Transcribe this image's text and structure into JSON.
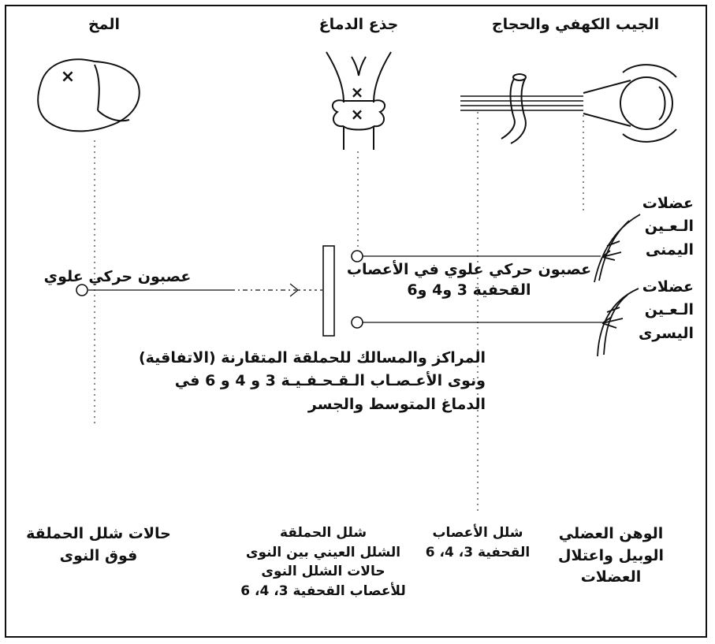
{
  "headers": {
    "cerebrum": "المخ",
    "brainstem": "جذع الدماغ",
    "sinus_orbit": "الجيب الكهفي والحجاج"
  },
  "muscles": {
    "right": "عضلات\nالـعـين\nاليمنى",
    "left": "عضلات\nالـعـين\nاليسرى"
  },
  "labels": {
    "upper_motor_neuron": "عصبون حركي علوي",
    "upper_motor_neuron_cn": "عصبون حركي علوي في الأعصاب\nالقحفية 3 و4 و6",
    "conjugate_centers": "المراكز والمسالك للحملقة المتقارنة (الاتفاقية)\nونوى الأعـصـاب الـقـحـفـيـة 3 و 4 و 6 في\nالدماغ المتوسط والجسر"
  },
  "bottom": {
    "supranuclear": "حالات شلل الحملقة\nفوق النوى",
    "gaze_palsy": "شلل الحملقة\nالشلل العيني بين النوى\nحالات الشلل النوى\nللأعصاب القحفية 3، 4، 6",
    "cn_palsy": "شلل الأعصاب\nالقحفية 3، 4، 6",
    "myasthenia": "الوهن العضلي\nالوبيل واعتلال\nالعضلات"
  },
  "marks": {
    "lesion": "×"
  }
}
